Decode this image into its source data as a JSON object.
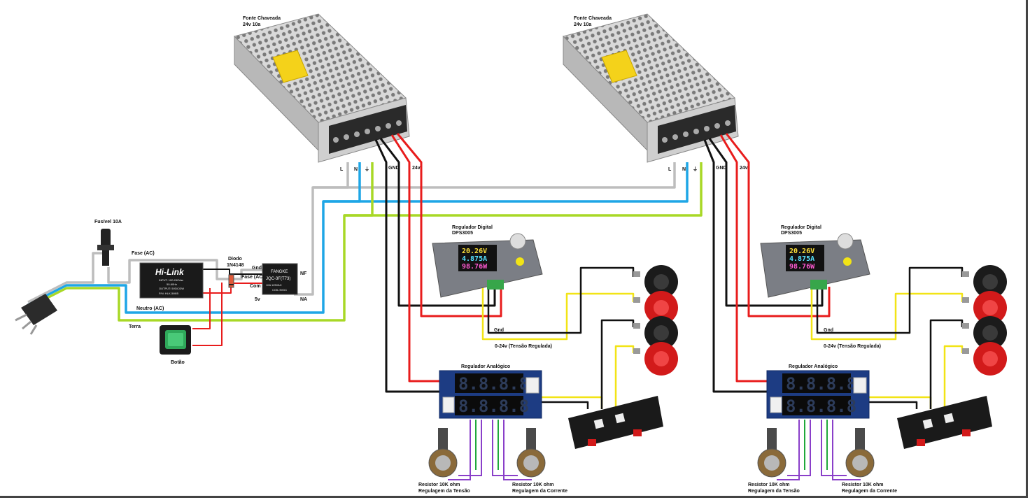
{
  "colors": {
    "wire_phase": "#bdbdbd",
    "wire_neutral": "#1ea6e6",
    "wire_ground": "#a8d826",
    "wire_negative": "#111111",
    "wire_positive": "#e81c1c",
    "wire_signal": "#f2e416",
    "wire_purple": "#8a3fc9",
    "wire_green": "#1fa83a"
  },
  "supply": {
    "title": "Fonte Chaveada",
    "spec": "24v 10a",
    "term_l": "L",
    "term_n": "N",
    "term_gnd": "GND",
    "term_24v": "24v"
  },
  "fuse": {
    "label": "Fusível 10A"
  },
  "hilink": {
    "brand": "Hi-Link",
    "line1": "INPUT: 100-240Vac",
    "line2": "50-60Hz",
    "line3": "OUTPUT: 5VDC/3W",
    "line4": "P/N: HLK-5M05"
  },
  "relay": {
    "brand": "FANGKE",
    "model": "JQC-3F(T73)",
    "rating": "10A 125VAC",
    "coil": "COIL:5VDC"
  },
  "labels": {
    "fase1": "Fase (AC)",
    "fase2": "Fase (AC)",
    "neutro": "Neutro (AC)",
    "terra": "Terra",
    "diodo": "Diodo",
    "diodo_model": "1N4148",
    "gnd": "Gnd",
    "com": "Com",
    "v5": "5v",
    "nf": "NF",
    "na": "NA",
    "botao": "Botão"
  },
  "dps": {
    "title": "Regulador Digital",
    "model": "DPS3005",
    "readings": [
      "20.26V",
      "4.875A",
      "98.76W"
    ]
  },
  "analog": {
    "title": "Regulador Analógico",
    "digits_top": "8.8.8.8",
    "digits_bottom": "8.8.8.8"
  },
  "output": {
    "gnd": "Gnd",
    "voltage": "0-24v (Tensão Regulada)"
  },
  "pots": {
    "voltage_res": "Resistor 10K ohm",
    "voltage_fn": "Regulagem da Tensão",
    "current_res": "Resistor 10K ohm",
    "current_fn": "Regulagem da Corrente"
  }
}
